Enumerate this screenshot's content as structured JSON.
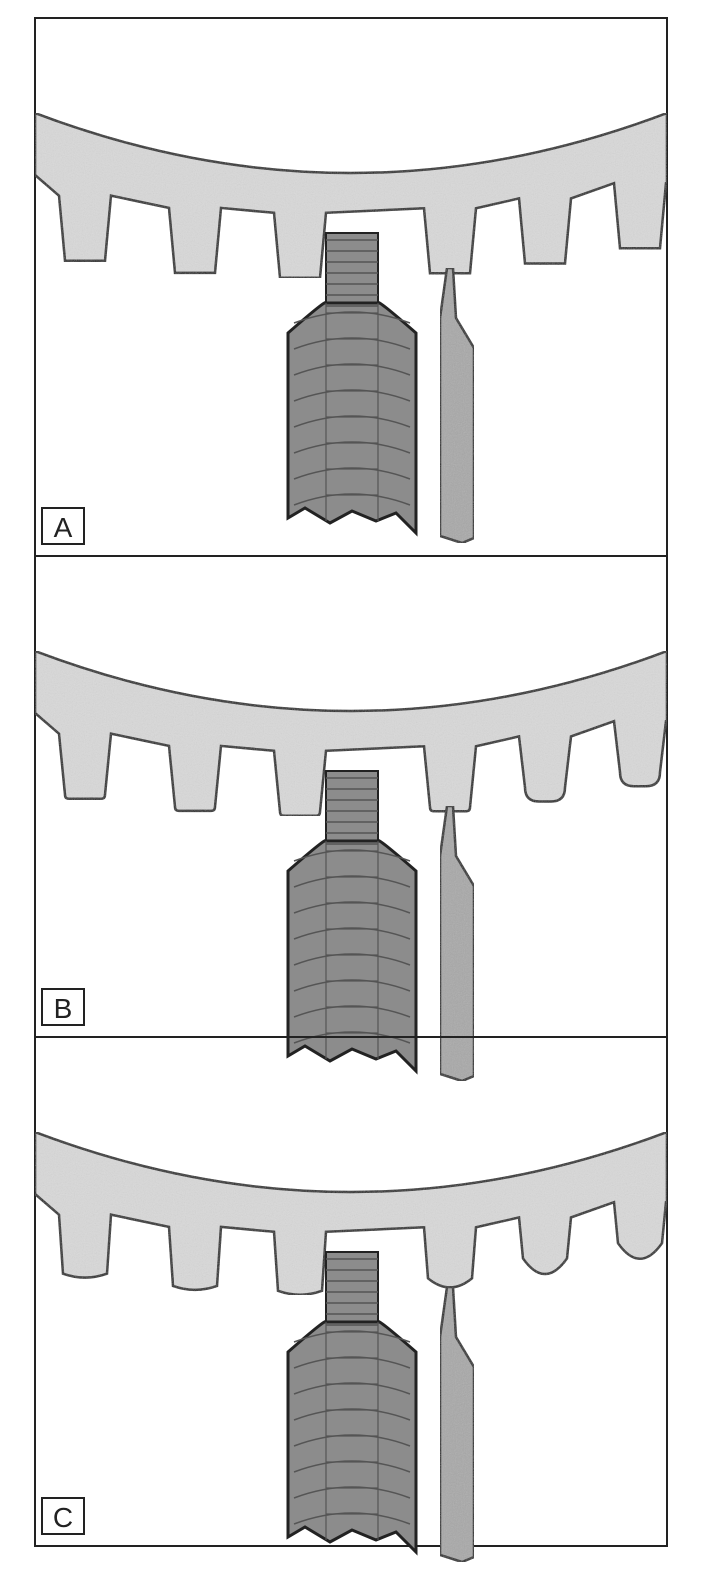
{
  "panels": [
    {
      "label": "A",
      "stage": 0
    },
    {
      "label": "B",
      "stage": 1
    },
    {
      "label": "C",
      "stage": 2
    }
  ],
  "colors": {
    "background": "#ffffff",
    "ink": "#222222",
    "gear_fill": "#d9d9d9",
    "tool_fill": "#8c8c8c",
    "tool_grooves": "#555555",
    "blade_fill": "#a8a8a8"
  },
  "icons": {
    "gear": "gear-rim-icon",
    "tool": "ribbed-tool-icon",
    "blade": "blade-icon"
  }
}
